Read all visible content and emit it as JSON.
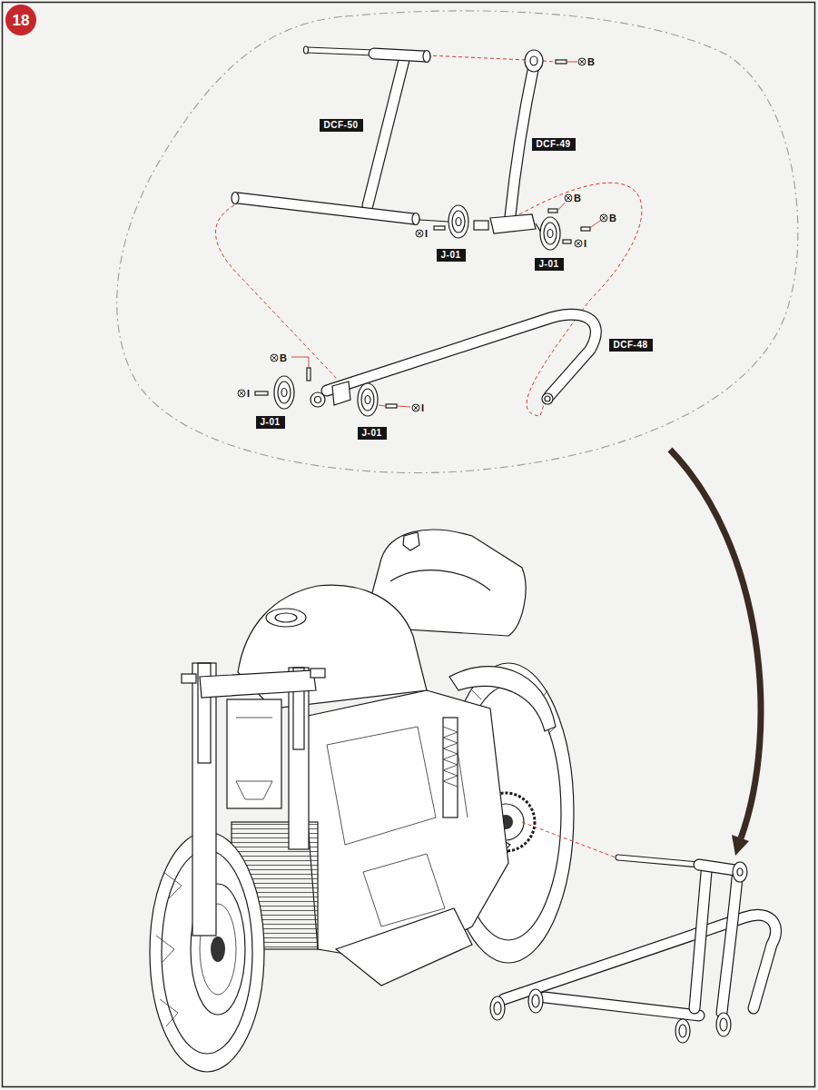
{
  "diagram": {
    "nodes": [
      {
        "text": [
          "18"
        ]
      },
      {
        "text": [
          "DCF-50"
        ]
      },
      {
        "text": [
          "DCF-49"
        ]
      },
      {
        "text": [
          "J-01"
        ]
      },
      {
        "text": [
          "J-01"
        ]
      },
      {
        "text": [
          "DCF-48"
        ]
      },
      {
        "text": [
          "J-01"
        ]
      },
      {
        "text": [
          "J-01"
        ]
      }
    ],
    "labels": [
      "B",
      "B",
      "B",
      "I",
      "I",
      "B",
      "I",
      "I"
    ]
  }
}
